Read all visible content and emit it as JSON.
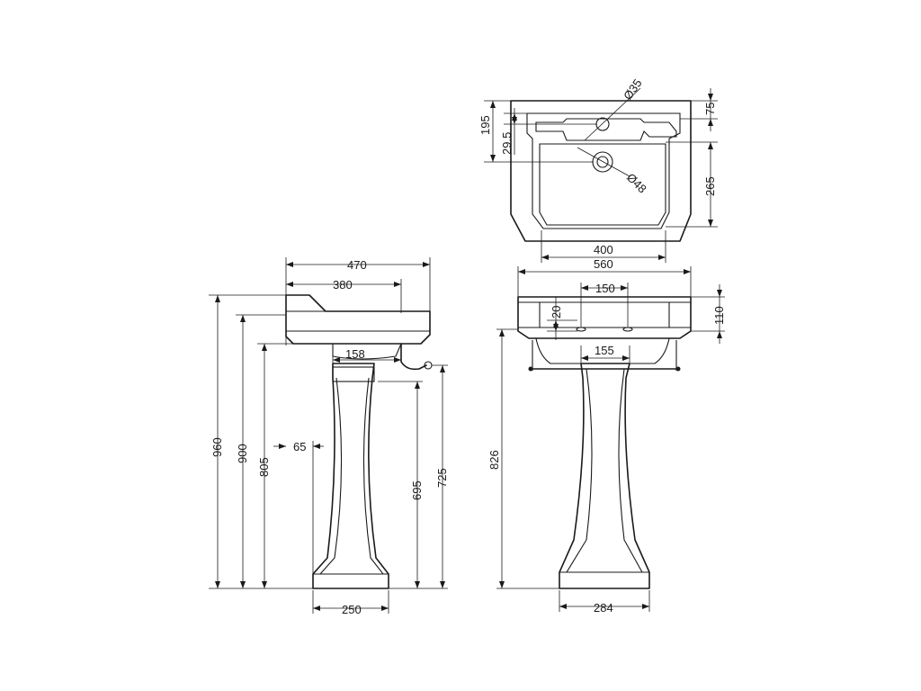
{
  "dimensions": {
    "top_basin_top_depth": "195",
    "top_tap_offset": "29.5",
    "tap_hole_diameter": "Ø35",
    "top_rim_depth": "75",
    "waste_diameter": "Ø48",
    "bowl_depth": "265",
    "bowl_width": "400",
    "overall_width": "560",
    "overflow_offset": "20",
    "tap_centres": "150",
    "basin_height": "110",
    "pedestal_top_width": "155",
    "front_height": "826",
    "pedestal_base_width": "284",
    "overall_projection": "470",
    "bowl_projection": "380",
    "pedestal_offset": "158",
    "height_960": "960",
    "height_900": "900",
    "height_805": "805",
    "rear_offset": "65",
    "waste_height": "695",
    "trap_height": "725",
    "side_base_width": "250"
  }
}
